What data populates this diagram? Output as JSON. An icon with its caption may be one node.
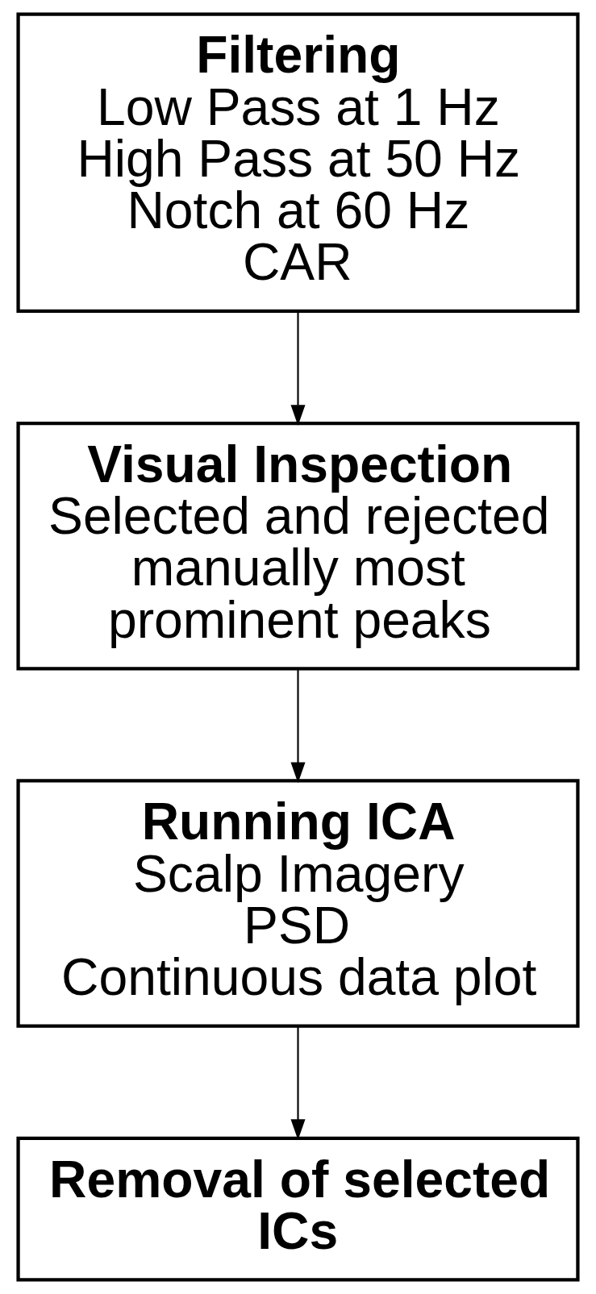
{
  "diagram": {
    "nodes": [
      {
        "text": [
          "Filtering",
          "Low Pass at 1 Hz",
          "High Pass at 50 Hz",
          "Notch at 60 Hz",
          "CAR"
        ]
      },
      {
        "text": [
          "Visual Inspection",
          "Selected and rejected manually most prominent peaks"
        ]
      },
      {
        "text": [
          "Running ICA",
          "Scalp Imagery",
          "PSD",
          "Continuous data plot"
        ]
      },
      {
        "text": [
          "Removal of selected ICs"
        ]
      }
    ],
    "edges": [
      {
        "from": 0,
        "to": 1,
        "arrow": "to"
      },
      {
        "from": 1,
        "to": 2,
        "arrow": "to"
      },
      {
        "from": 2,
        "to": 3,
        "arrow": "to"
      }
    ]
  }
}
